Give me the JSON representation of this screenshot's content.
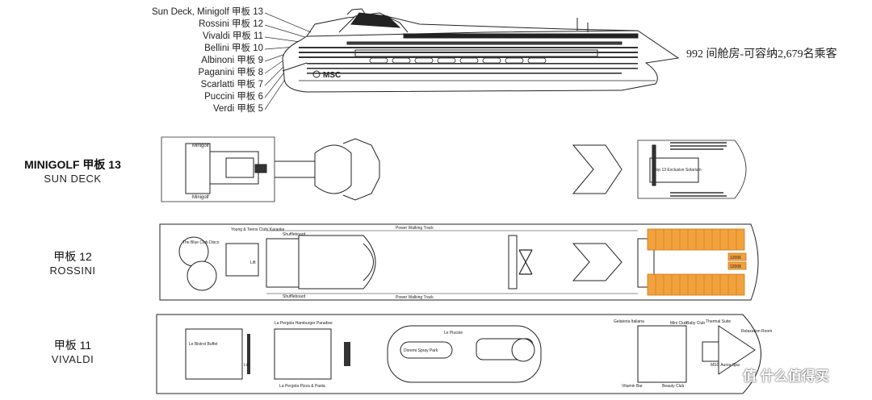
{
  "ship_profile": {
    "deck_labels": [
      "Sun Deck, Minigolf 甲板 13",
      "Rossini 甲板 12",
      "Vivaldi 甲板 11",
      "Bellini 甲板 10",
      "Albinoni 甲板 9",
      "Paganini 甲板 8",
      "Scarlatti 甲板 7",
      "Puccini 甲板 6",
      "Verdi 甲板 5"
    ],
    "capacity_text": "992 间舱房-可容纳2,679名乘客",
    "logo": "MSC"
  },
  "deck13": {
    "name": "MINIGOLF 甲板 13",
    "sub": "SUN DECK",
    "labels": {
      "minigolf_top": "Minigolf",
      "minigolf_bottom": "Minigolf",
      "solarium": "Top 13 Exclusive Solarium"
    }
  },
  "deck12": {
    "name": "甲板 12",
    "sub": "ROSSINI",
    "labels": {
      "blue_club": "The Blue Club Disco",
      "young_teens": "Young & Teens Club/ Karaoke",
      "shuffleboard_top": "Shuffleboard",
      "shuffleboard_bottom": "Shuffleboard",
      "walking_top": "Power Walking Track",
      "walking_bottom": "Power Walking Track",
      "lift": "Lift",
      "cabin_a": "12006",
      "cabin_b": "12008"
    }
  },
  "deck11": {
    "name": "甲板 11",
    "sub": "VIVALDI",
    "labels": {
      "bistro": "Le Bistrot Buffet",
      "pergola_hamburger": "La Pergola Hamburger Paradise",
      "pergola_pizza": "La Pergola Pizza & Pasta",
      "piscine": "Le Piscine",
      "spray_park": "Doremi Spray Park",
      "gelateria": "Gelateria Italiana",
      "mini_club": "Mini Club",
      "baby_club": "Baby Club",
      "thermal_suite": "Thermal Suite",
      "relaxation": "Relaxation Room",
      "aurea_spa": "MSC Aurea Spa",
      "vitamin_bar": "Vitamin Bar",
      "beauty_club": "Beauty Club",
      "lift": "Lift"
    }
  },
  "watermark": "值 什么值得买",
  "colors": {
    "line": "#222222",
    "cabin_orange": "#f2a23c",
    "cabin_border": "#c8771a",
    "hull": "#ffffff"
  }
}
